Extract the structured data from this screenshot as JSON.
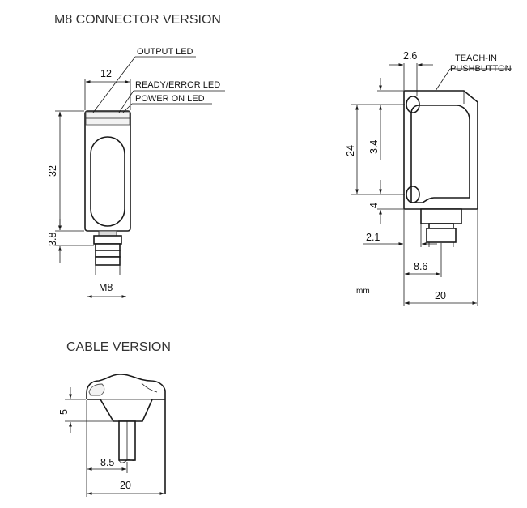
{
  "titles": {
    "m8": "M8 CONNECTOR VERSION",
    "cable": "CABLE VERSION"
  },
  "callouts": {
    "output_led": "OUTPUT LED",
    "ready_error_led": "READY/ERROR LED",
    "power_on_led": "POWER ON LED",
    "teach_in_1": "TEACH-IN",
    "teach_in_2": "PUSHBUTTON"
  },
  "front_view": {
    "width": "12",
    "height": "32",
    "connector_offset": "3.8",
    "thread": "M8"
  },
  "side_view": {
    "hole_offset_top": "2.6",
    "height": "24",
    "hole_spacing": "3.4",
    "hole_offset_bottom": "4",
    "connector_offset": "2.1",
    "connector_center": "8.6",
    "width": "20",
    "units": "mm"
  },
  "cable_view": {
    "cable_height": "5",
    "cable_position": "8.5",
    "width": "20"
  }
}
